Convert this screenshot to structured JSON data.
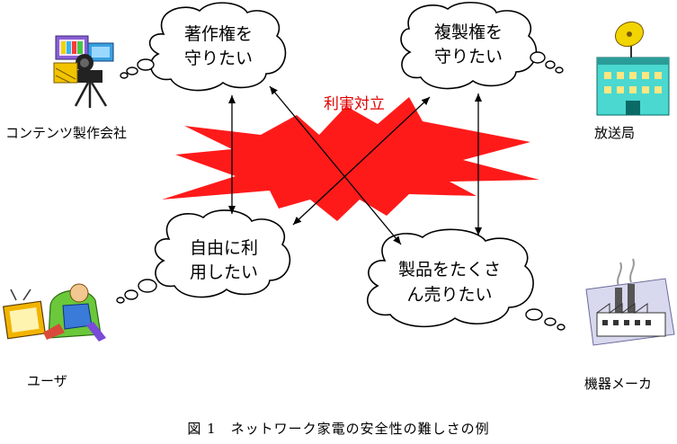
{
  "conflict_label": "利害対立",
  "clouds": {
    "copyright_holder": [
      "著作権を",
      "守りたい"
    ],
    "reproduction": [
      "複製権を",
      "守りたい"
    ],
    "free_use": [
      "自由に利",
      "用したい"
    ],
    "sell_products": [
      "製品をたくさ",
      "ん売りたい"
    ]
  },
  "parties": {
    "content_producer": "コンテンツ製作会社",
    "broadcaster": "放送局",
    "user": "ユーザ",
    "manufacturer": "機器メーカ"
  },
  "caption": "図 1　ネットワーク家電の安全性の難しさの例",
  "colors": {
    "burst": "#ff1a1a",
    "conflict_text": "#e00000"
  }
}
